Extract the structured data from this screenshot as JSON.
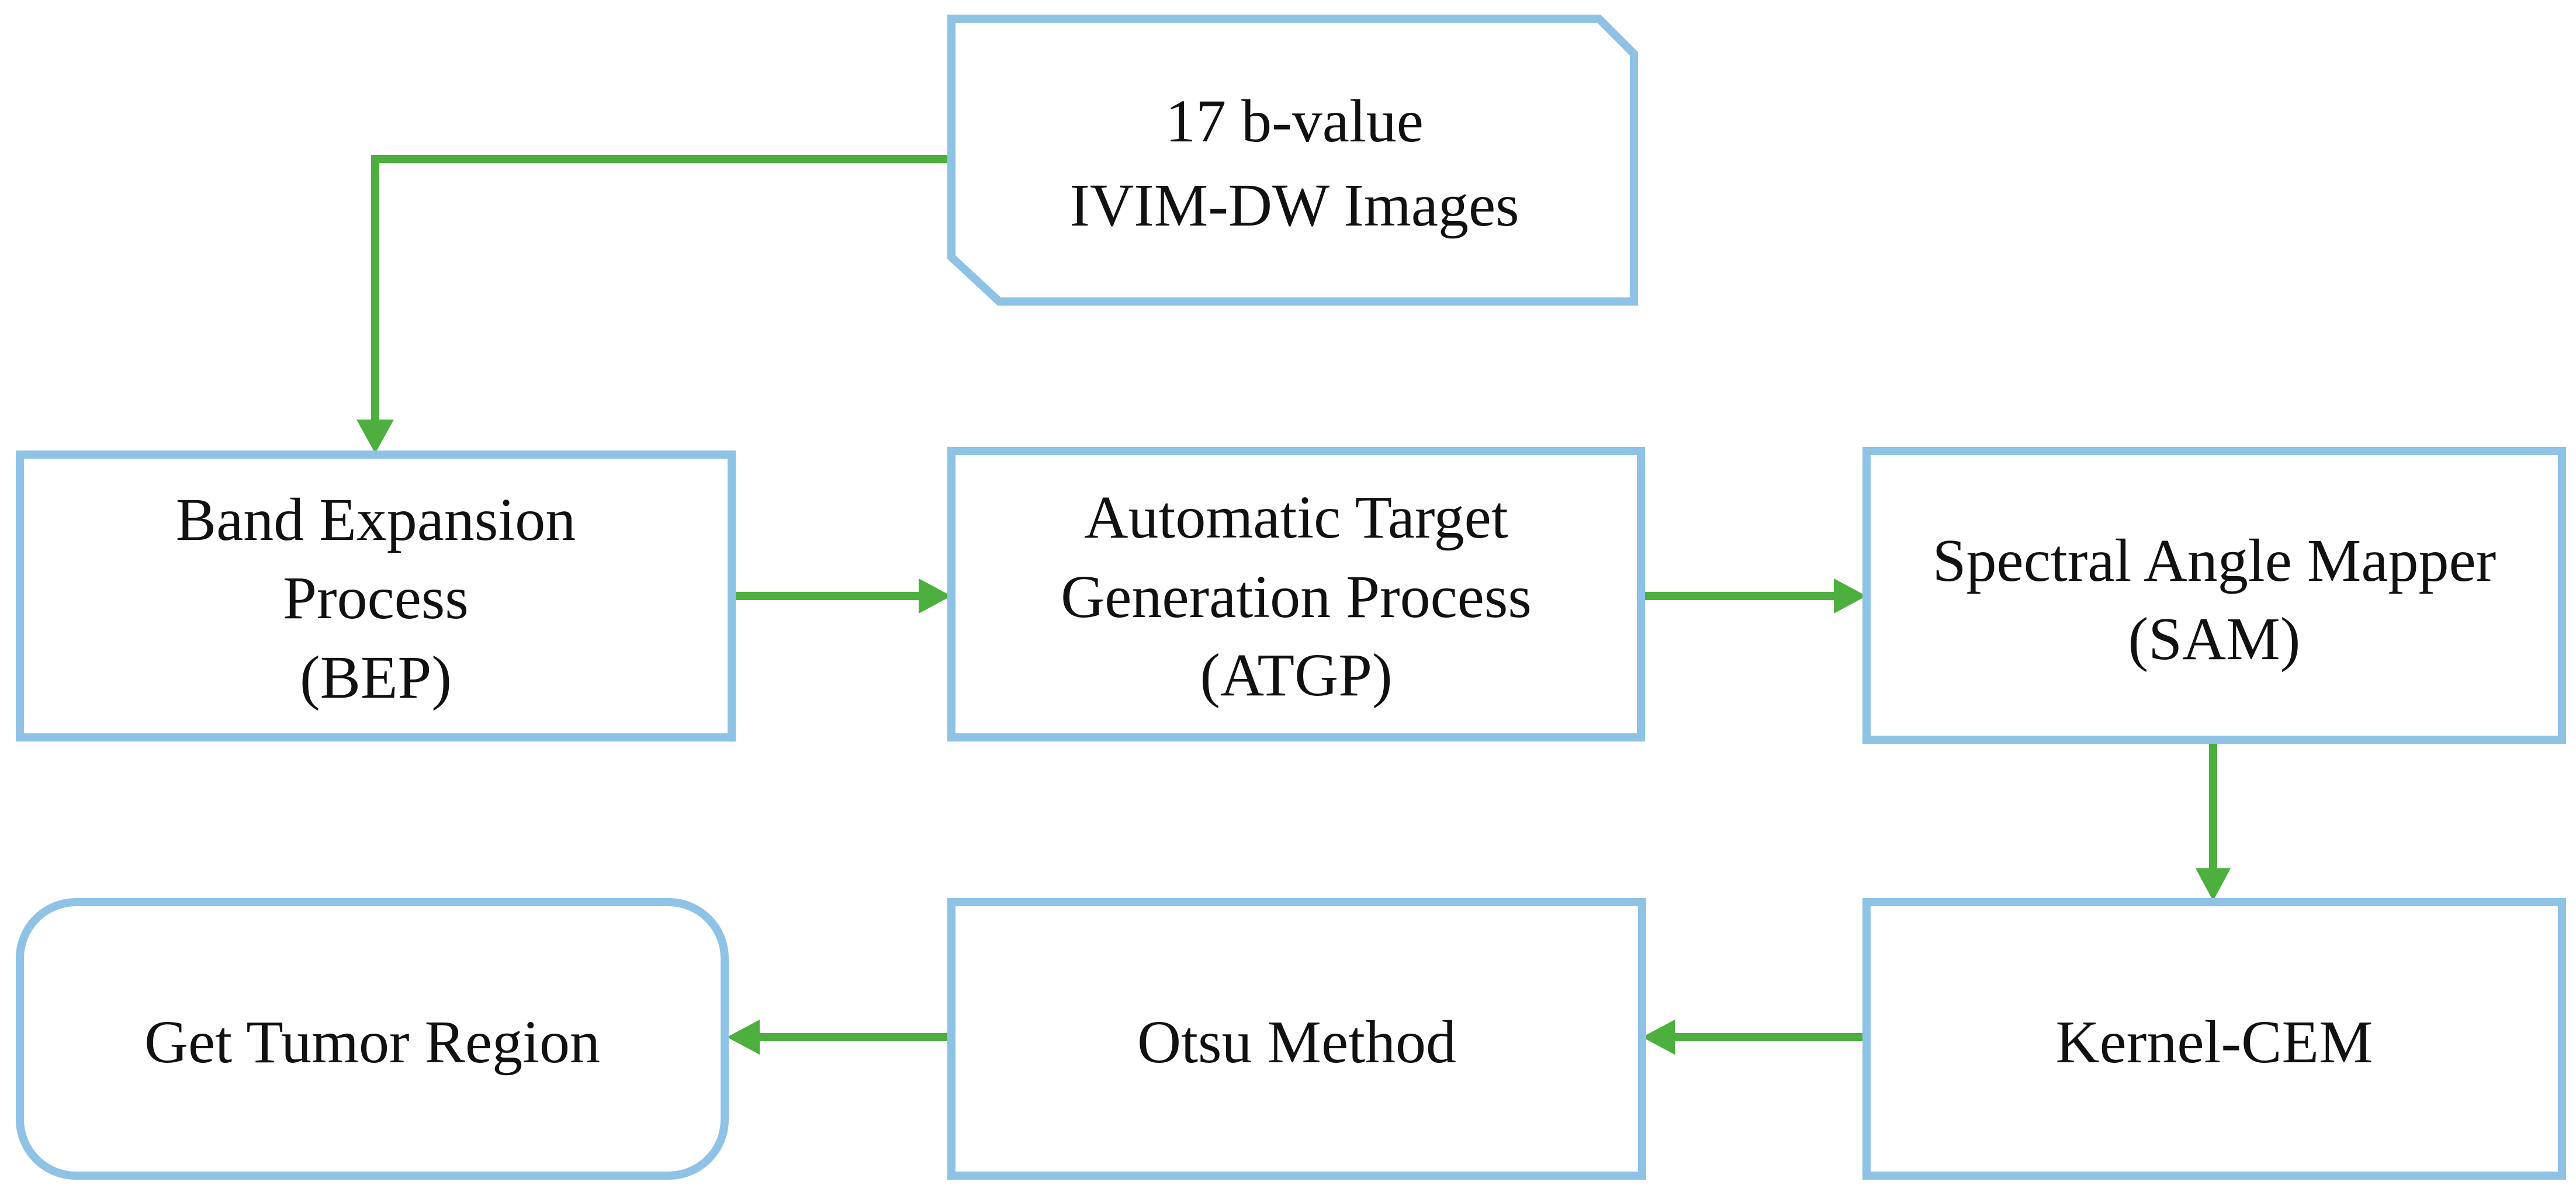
{
  "diagram": {
    "colors": {
      "box_border": "#8ec3e6",
      "arrow": "#4caf3e",
      "text": "#111111",
      "background": "#ffffff"
    },
    "nodes": {
      "input": {
        "line1": "17 b-value",
        "line2": "IVIM-DW Images"
      },
      "bep": {
        "line1": "Band Expansion",
        "line2": "Process",
        "line3": "(BEP)"
      },
      "atgp": {
        "line1": "Automatic Target",
        "line2": "Generation Process",
        "line3": "(ATGP)"
      },
      "sam": {
        "line1": "Spectral Angle Mapper",
        "line2": "(SAM)"
      },
      "kcem": {
        "line1": "Kernel-CEM"
      },
      "otsu": {
        "line1": "Otsu Method"
      },
      "result": {
        "line1": "Get Tumor Region"
      }
    },
    "edges": [
      {
        "from": "17 b-value IVIM-DW Images",
        "to": "Band Expansion Process (BEP)"
      },
      {
        "from": "Band Expansion Process (BEP)",
        "to": "Automatic Target Generation Process (ATGP)"
      },
      {
        "from": "Automatic Target Generation Process (ATGP)",
        "to": "Spectral Angle Mapper (SAM)"
      },
      {
        "from": "Spectral Angle Mapper (SAM)",
        "to": "Kernel-CEM"
      },
      {
        "from": "Kernel-CEM",
        "to": "Otsu Method"
      },
      {
        "from": "Otsu Method",
        "to": "Get Tumor Region"
      }
    ]
  }
}
